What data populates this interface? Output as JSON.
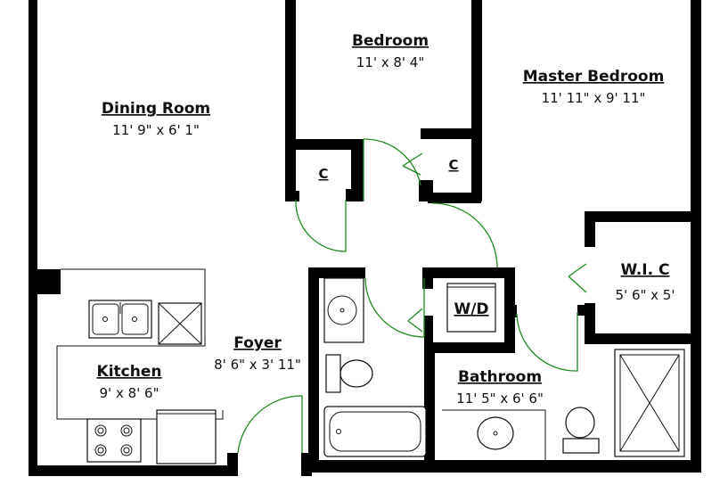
{
  "rooms": {
    "dining_room": {
      "name": "Dining Room",
      "dims": "11' 9\" x 6' 1\""
    },
    "bedroom": {
      "name": "Bedroom",
      "dims": "11'  x 8' 4\""
    },
    "master_bedroom": {
      "name": "Master Bedroom",
      "dims": "11' 11\" x 9' 11\""
    },
    "wic": {
      "name": "W.I. C",
      "dims": "5' 6\" x 5'"
    },
    "kitchen": {
      "name": "Kitchen",
      "dims": "9'  x 8' 6\""
    },
    "foyer": {
      "name": "Foyer",
      "dims": "8' 6\" x 3' 11\""
    },
    "bathroom": {
      "name": "Bathroom",
      "dims": "11' 5\" x 6' 6\""
    }
  },
  "closets": {
    "left": "C",
    "right": "C"
  },
  "laundry": "W/D",
  "colors": {
    "wall": "#000000",
    "door": "#1f8a1f"
  }
}
